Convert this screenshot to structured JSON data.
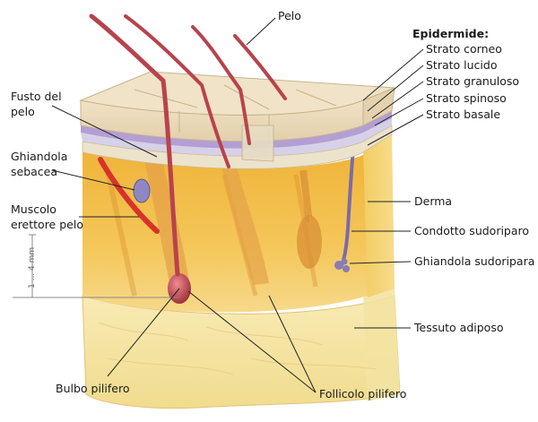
{
  "labels": {
    "pelo": "Pelo",
    "epidermide_title": "Epidermide:",
    "strato_corneo": "Strato corneo",
    "strato_lucido": "Strato lucido",
    "strato_granuloso": "Strato granuloso",
    "strato_spinoso": "Strato spinoso",
    "strato_basale": "Strato basale",
    "fusto_line1": "Fusto del",
    "fusto_line2": "pelo",
    "ghiandola_seb_line1": "Ghiandola",
    "ghiandola_seb_line2": "sebacea",
    "muscolo_line1": "Muscolo",
    "muscolo_line2": "erettore pelo",
    "derma": "Derma",
    "condotto": "Condotto sudoriparo",
    "ghiandola_sud": "Ghiandola sudoripara",
    "tessuto": "Tessuto adiposo",
    "bulbo": "Bulbo pilifero",
    "follicolo": "Follicolo pilifero",
    "scale": "1 ... 4 mm"
  },
  "colors": {
    "epidermis_top": "#eadbc0",
    "stratum_lucidum": "#b8a6d6",
    "stratum_granulosum": "#d8d4e8",
    "dermis": "#f2c14a",
    "dermis_dark": "#e3a432",
    "adipose": "#f6e7a8",
    "hair": "#b8434c",
    "follicle": "#d99a3c"
  }
}
